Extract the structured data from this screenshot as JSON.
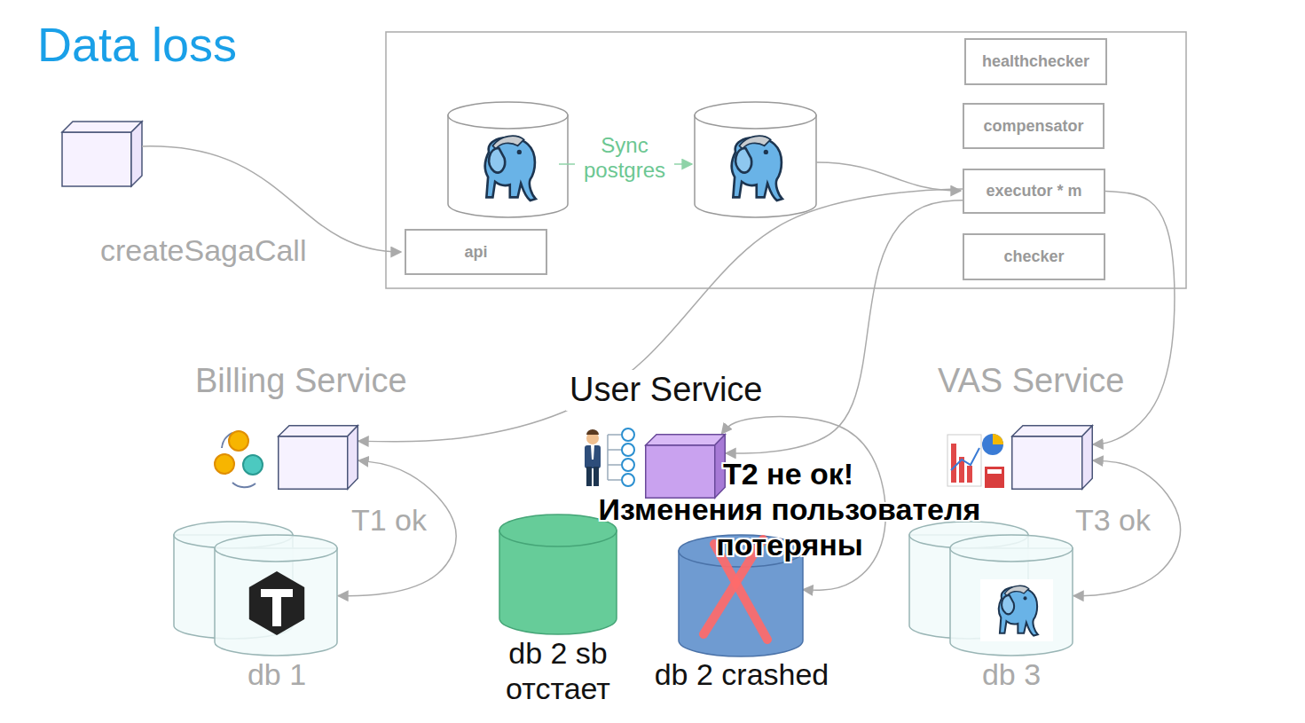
{
  "diagram": {
    "title": "Data loss",
    "nodes": [
      {
        "text": [
          "healthchecker"
        ]
      },
      {
        "text": [
          "compensator"
        ]
      },
      {
        "text": [
          "executor * m"
        ]
      },
      {
        "text": [
          "api"
        ]
      },
      {
        "text": [
          "checker"
        ]
      },
      {
        "text": [
          "Billing Service"
        ]
      },
      {
        "text": [
          "User Service"
        ]
      },
      {
        "text": [
          "VAS Service"
        ]
      },
      {
        "text": [
          "db 1"
        ]
      },
      {
        "text": [
          "db 2 sb отстает"
        ]
      },
      {
        "text": [
          "db 2 crashed"
        ]
      },
      {
        "text": [
          "db 3"
        ]
      }
    ],
    "edges": [
      {
        "from": 2,
        "to": 5,
        "arrow": "to"
      },
      {
        "from": 2,
        "to": 6,
        "arrow": "to"
      },
      {
        "from": 2,
        "to": 7,
        "arrow": "to"
      },
      {
        "from": 5,
        "to": 8,
        "label": "T1 ok",
        "arrow": "both"
      },
      {
        "from": 6,
        "to": 10,
        "label": "T2 не ок!",
        "arrow": "both"
      },
      {
        "from": 7,
        "to": 11,
        "label": "T3 ok",
        "arrow": "both"
      }
    ],
    "labels": [
      "createSagaCall",
      "Sync postgres",
      "Изменения пользователя потеряны"
    ]
  }
}
